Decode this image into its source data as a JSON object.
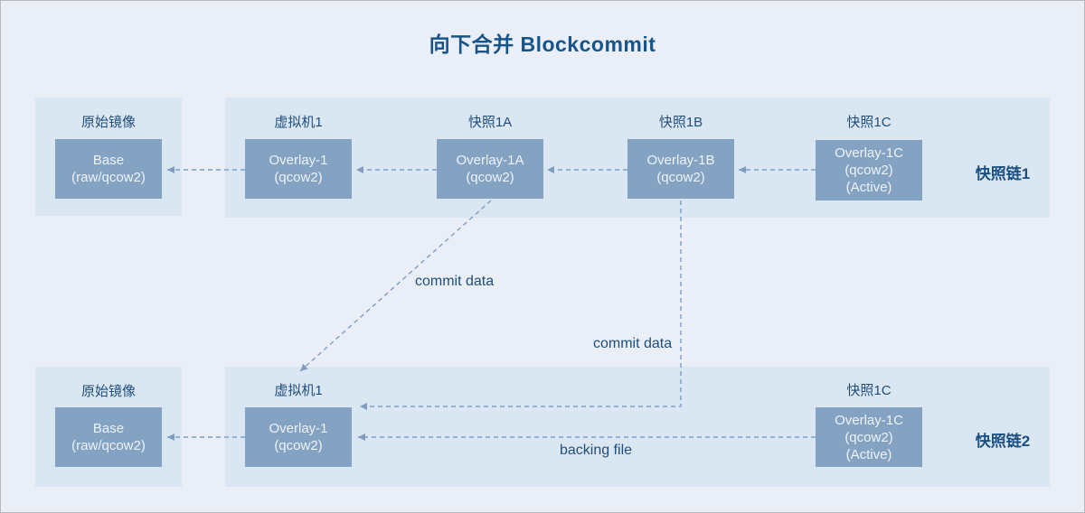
{
  "title": "向下合并 Blockcommit",
  "colors": {
    "page_bg": "#e9eef7",
    "panel_fill": "#dbe6f3",
    "node_fill": "#84a2c2",
    "node_text": "#eef3f9",
    "label_text": "#1f4e79",
    "title_text": "#17548a",
    "arrow": "#7e9dc1"
  },
  "chain1": {
    "source_panel": {
      "label": "原始镜像",
      "node": [
        "Base",
        "(raw/qcow2)"
      ]
    },
    "nodes": [
      {
        "label": "虚拟机1",
        "box": [
          "Overlay-1",
          "(qcow2)"
        ]
      },
      {
        "label": "快照1A",
        "box": [
          "Overlay-1A",
          "(qcow2)"
        ]
      },
      {
        "label": "快照1B",
        "box": [
          "Overlay-1B",
          "(qcow2)"
        ]
      },
      {
        "label": "快照1C",
        "box": [
          "Overlay-1C",
          "(qcow2)",
          "(Active)"
        ]
      }
    ],
    "chain_label": "快照链1"
  },
  "chain2": {
    "source_panel": {
      "label": "原始镜像",
      "node": [
        "Base",
        "(raw/qcow2)"
      ]
    },
    "nodes": [
      {
        "label": "虚拟机1",
        "box": [
          "Overlay-1",
          "(qcow2)"
        ]
      },
      {
        "label": "快照1C",
        "box": [
          "Overlay-1C",
          "(qcow2)",
          "(Active)"
        ]
      }
    ],
    "chain_label": "快照链2"
  },
  "annotations": {
    "commit_data_a": "commit data",
    "commit_data_b": "commit data",
    "backing_file": "backing file"
  }
}
